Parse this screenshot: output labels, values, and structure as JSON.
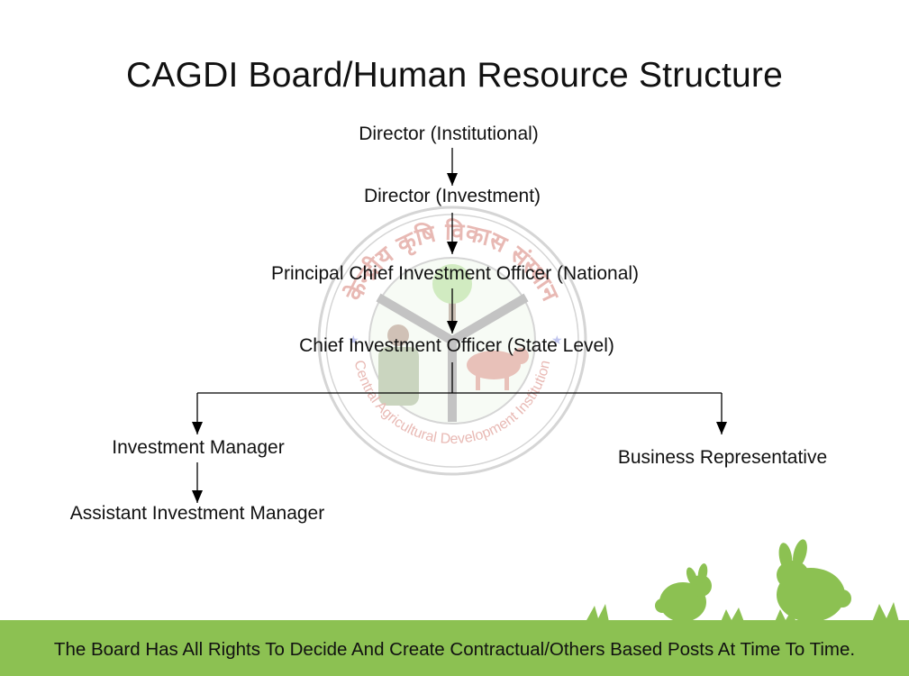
{
  "title": "CAGDI Board/Human Resource Structure",
  "nodes": {
    "director_institutional": "Director (Institutional)",
    "director_investment": "Director (Investment)",
    "principal_cio": "Principal Chief Investment Officer (National)",
    "cio_state": "Chief Investment Officer (State Level)",
    "investment_manager": "Investment Manager",
    "assistant_investment_manager": "Assistant Investment Manager",
    "business_representative": "Business Representative"
  },
  "watermark": {
    "hindi_text": "केन्द्रीय कृषि विकास संस्थान",
    "english_text": "Central Agricultural Development Institution"
  },
  "footer": {
    "note": "The Board Has All Rights To Decide And Create Contractual/Others Based Posts At Time To Time."
  },
  "colors": {
    "footer_green": "#8cc152",
    "watermark_red": "#c0392b",
    "text": "#111111"
  }
}
